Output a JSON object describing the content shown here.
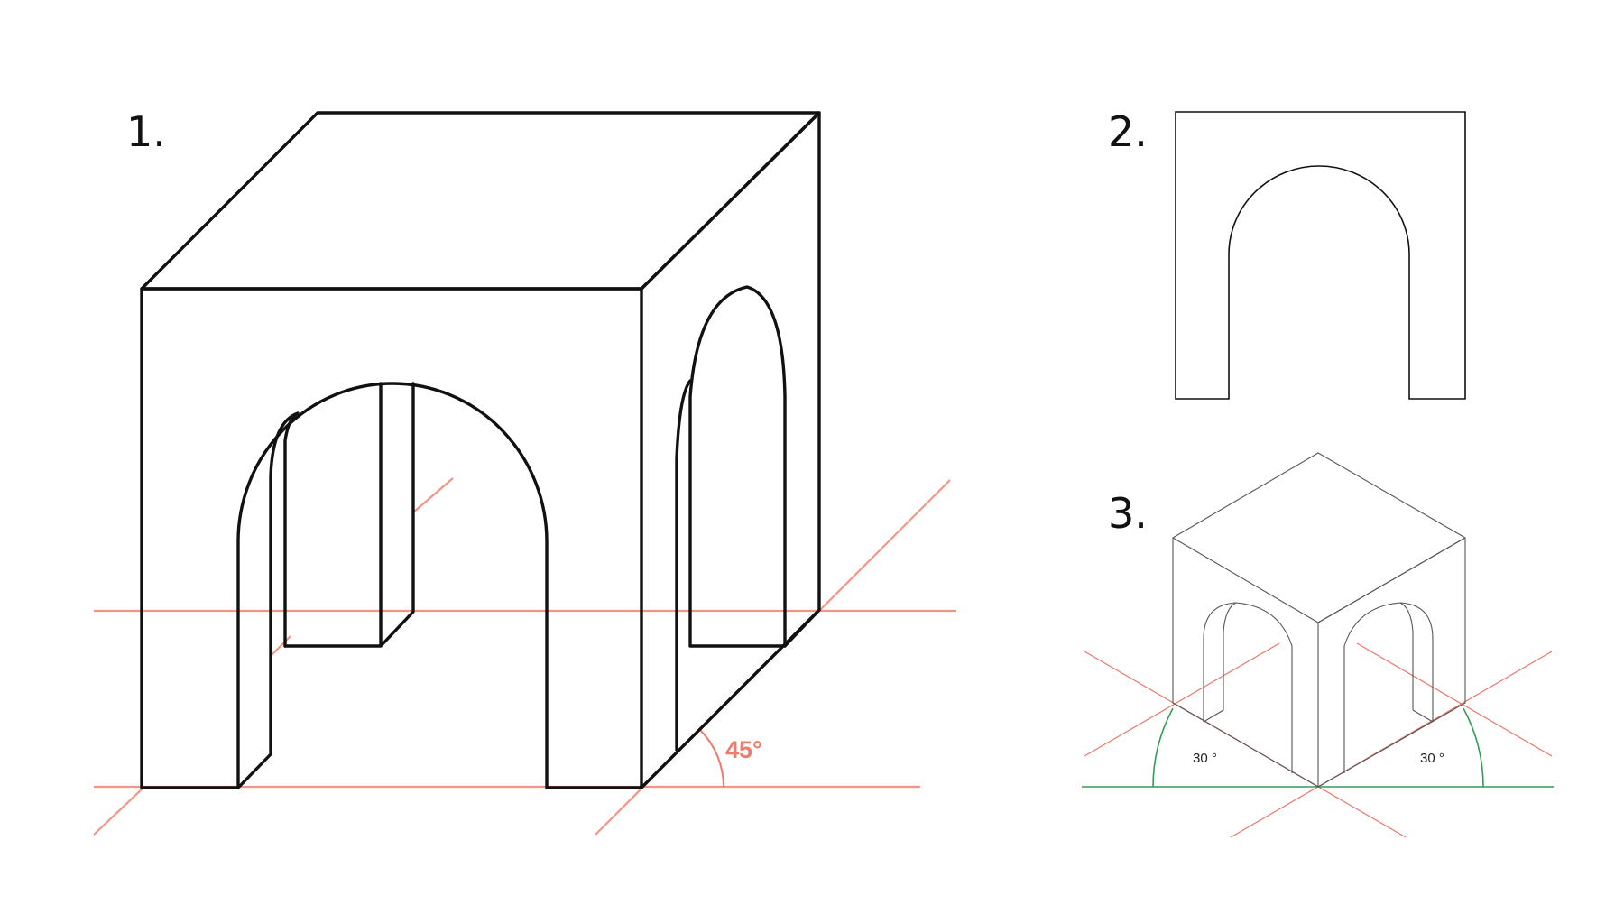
{
  "colors": {
    "outline": "#111111",
    "guide_red": "#f29488",
    "guide_red_thin": "#e8776c",
    "angle_red": "#ef7b6c",
    "green": "#2f9e58"
  },
  "figures": [
    {
      "number": "1.",
      "title": "",
      "angle_label": "45°"
    },
    {
      "number": "2.",
      "title": ""
    },
    {
      "number": "3.",
      "title": "",
      "angle_label_left": "30 °",
      "angle_label_right": "30 °"
    }
  ]
}
